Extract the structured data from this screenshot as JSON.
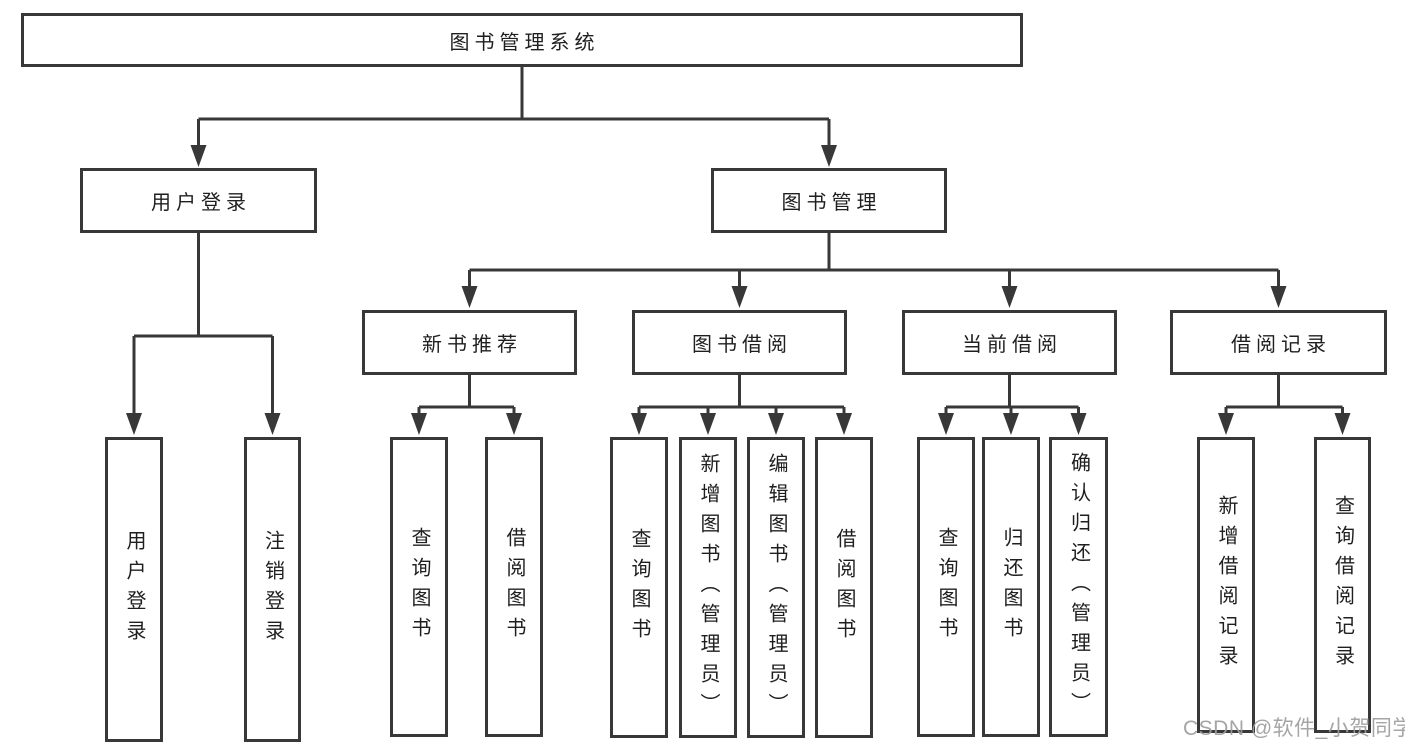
{
  "tree": {
    "root": {
      "label": "图书管理系统",
      "children": [
        {
          "label": "用户登录",
          "children": [
            {
              "label": "用户登录"
            },
            {
              "label": "注销登录"
            }
          ]
        },
        {
          "label": "图书管理",
          "children": [
            {
              "label": "新书推荐",
              "children": [
                {
                  "label": "查询图书"
                },
                {
                  "label": "借阅图书"
                }
              ]
            },
            {
              "label": "图书借阅",
              "children": [
                {
                  "label": "查询图书"
                },
                {
                  "label": "新增图书（管理员）"
                },
                {
                  "label": "编辑图书（管理员）"
                },
                {
                  "label": "借阅图书"
                }
              ]
            },
            {
              "label": "当前借阅",
              "children": [
                {
                  "label": "查询图书"
                },
                {
                  "label": "归还图书"
                },
                {
                  "label": "确认归还（管理员）"
                }
              ]
            },
            {
              "label": "借阅记录",
              "children": [
                {
                  "label": "新增借阅记录"
                },
                {
                  "label": "查询借阅记录"
                }
              ]
            }
          ]
        }
      ]
    }
  },
  "watermark": {
    "text": "CSDN @软件_小贺同学"
  },
  "colors": {
    "line": "#383838",
    "box_border": "#383838",
    "box_fill": "#ffffff",
    "text": "#1f1f1f",
    "watermark": "#9e9e9e",
    "background": "#ffffff"
  }
}
